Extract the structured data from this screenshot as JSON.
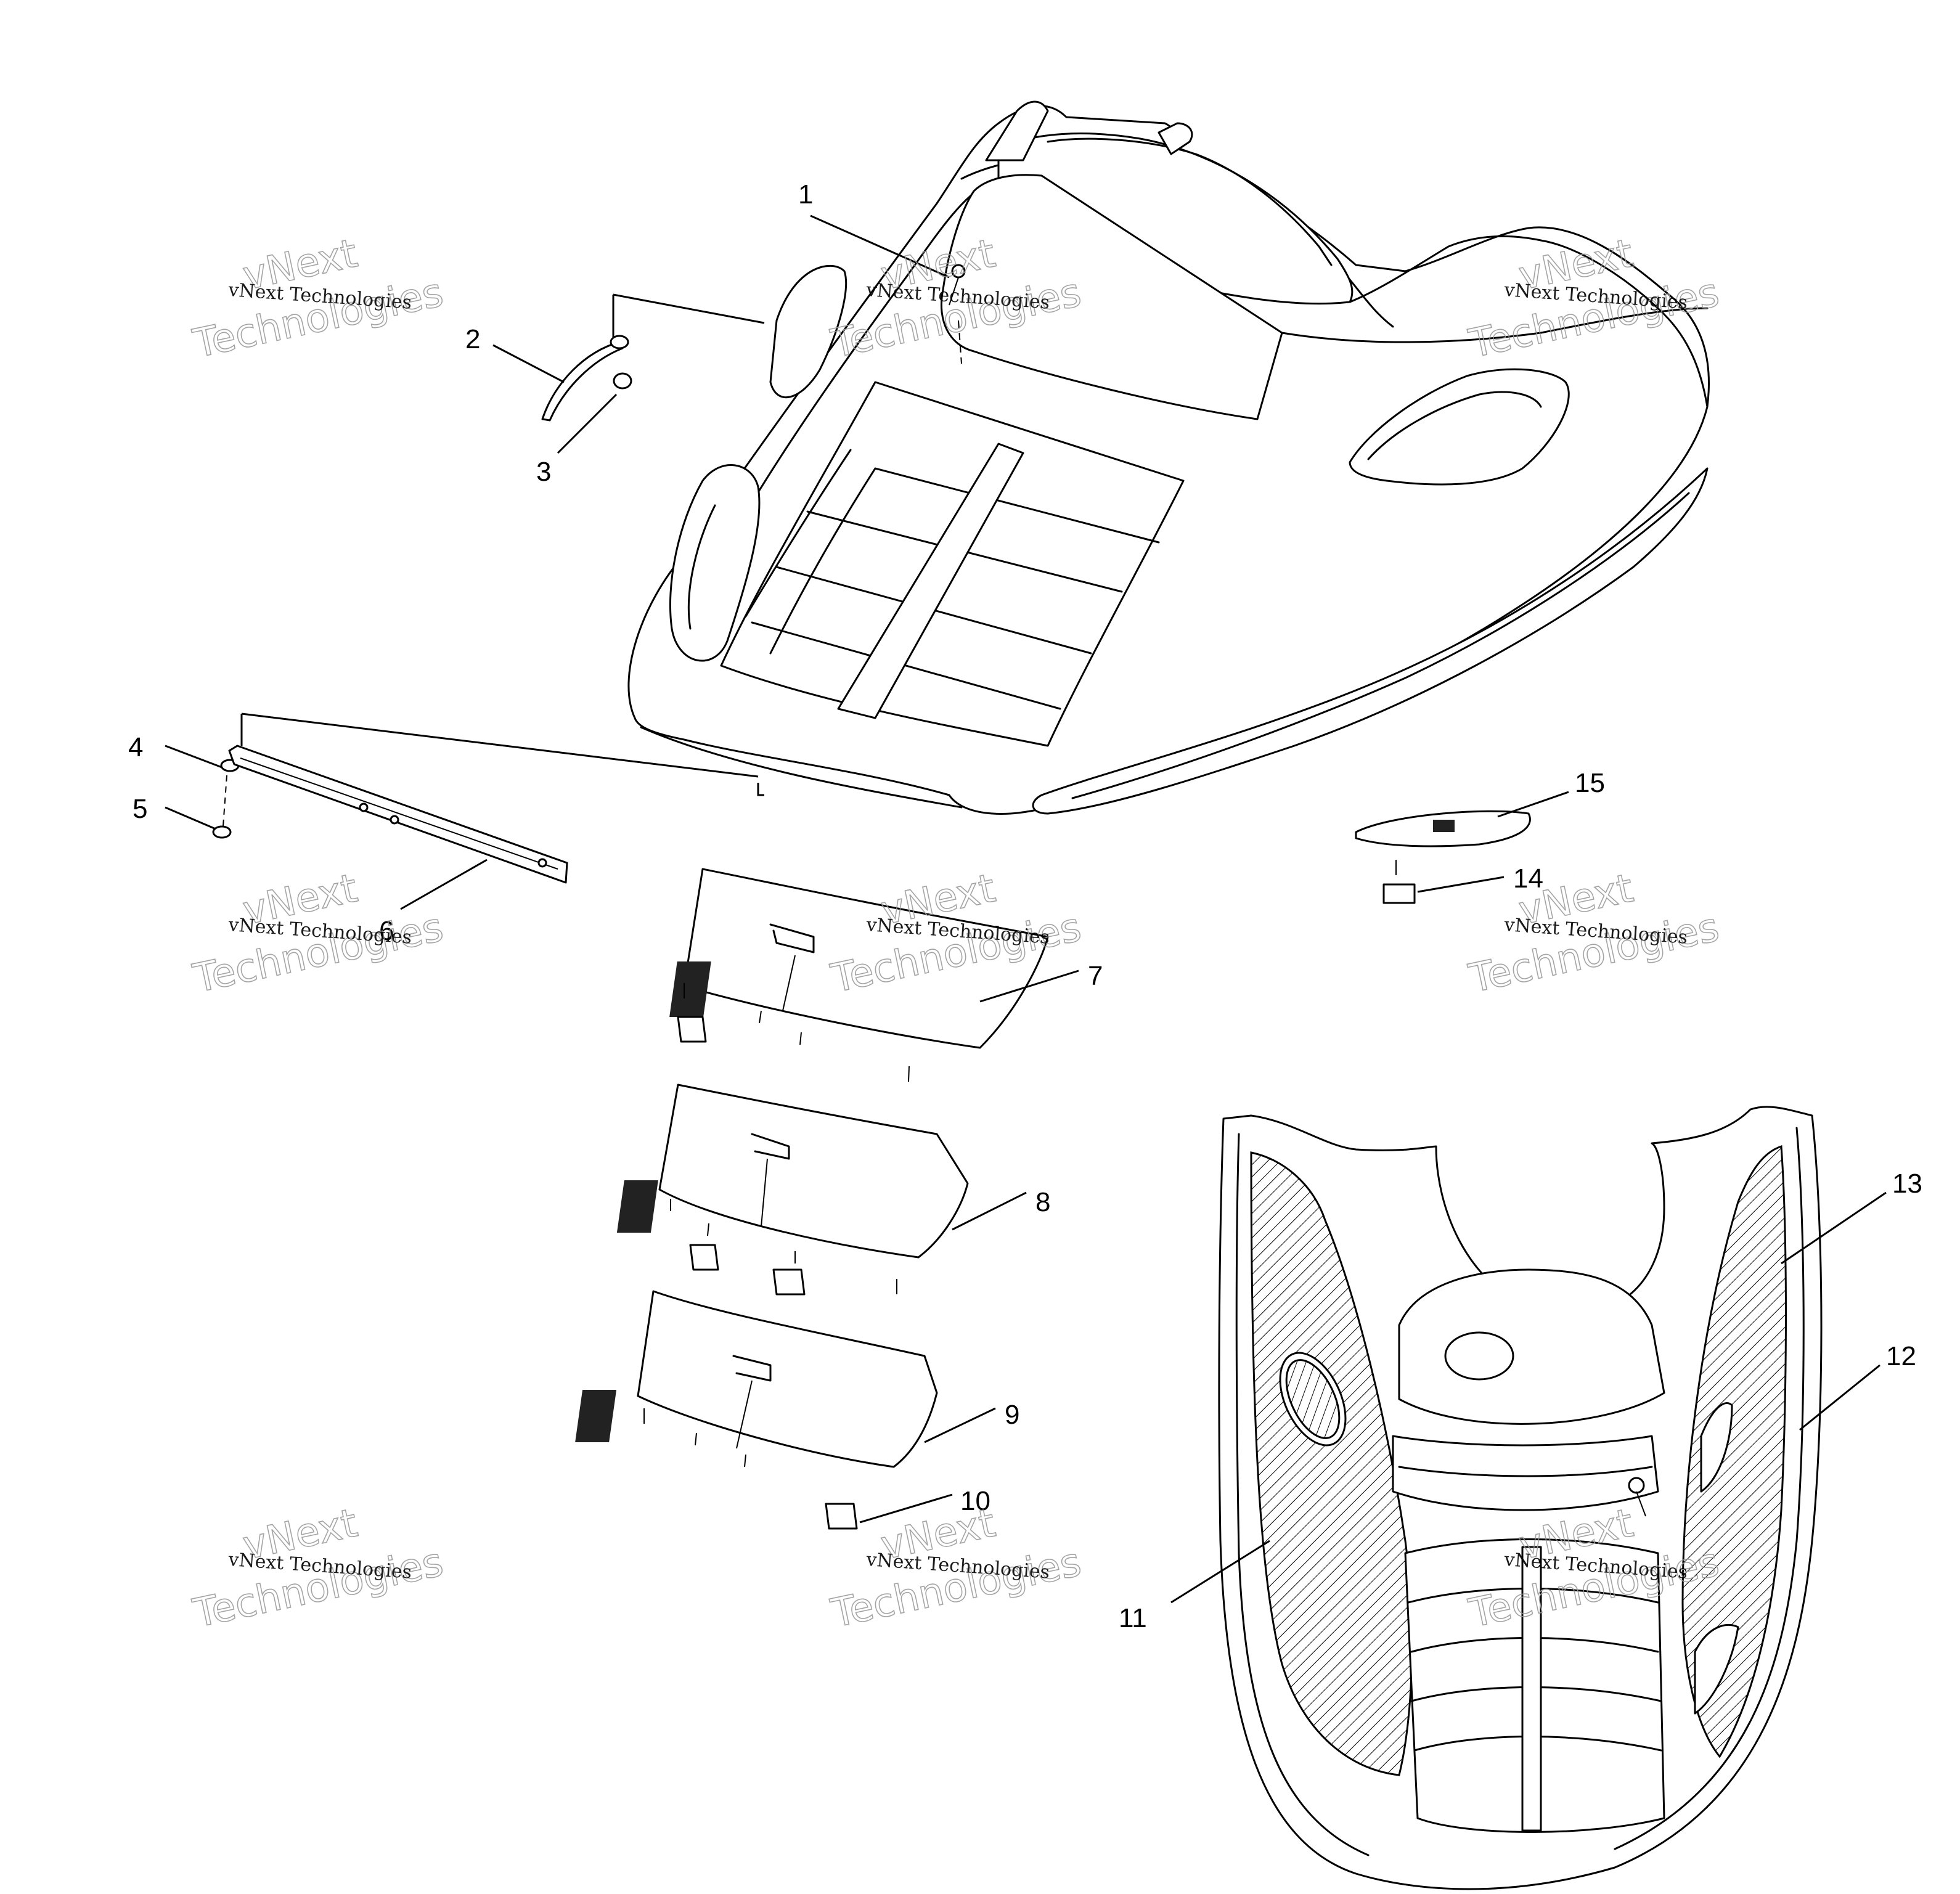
{
  "diagram": {
    "callouts": [
      {
        "id": 1,
        "label": "1"
      },
      {
        "id": 2,
        "label": "2"
      },
      {
        "id": 3,
        "label": "3"
      },
      {
        "id": 4,
        "label": "4"
      },
      {
        "id": 5,
        "label": "5"
      },
      {
        "id": 6,
        "label": "6"
      },
      {
        "id": 7,
        "label": "7"
      },
      {
        "id": 8,
        "label": "8"
      },
      {
        "id": 9,
        "label": "9"
      },
      {
        "id": 10,
        "label": "10"
      },
      {
        "id": 11,
        "label": "11"
      },
      {
        "id": 12,
        "label": "12"
      },
      {
        "id": 13,
        "label": "13"
      },
      {
        "id": 14,
        "label": "14"
      },
      {
        "id": 15,
        "label": "15"
      }
    ],
    "watermark": {
      "line1": "vNext Technologies",
      "line2": "vNext",
      "line3": "Technologies"
    }
  }
}
